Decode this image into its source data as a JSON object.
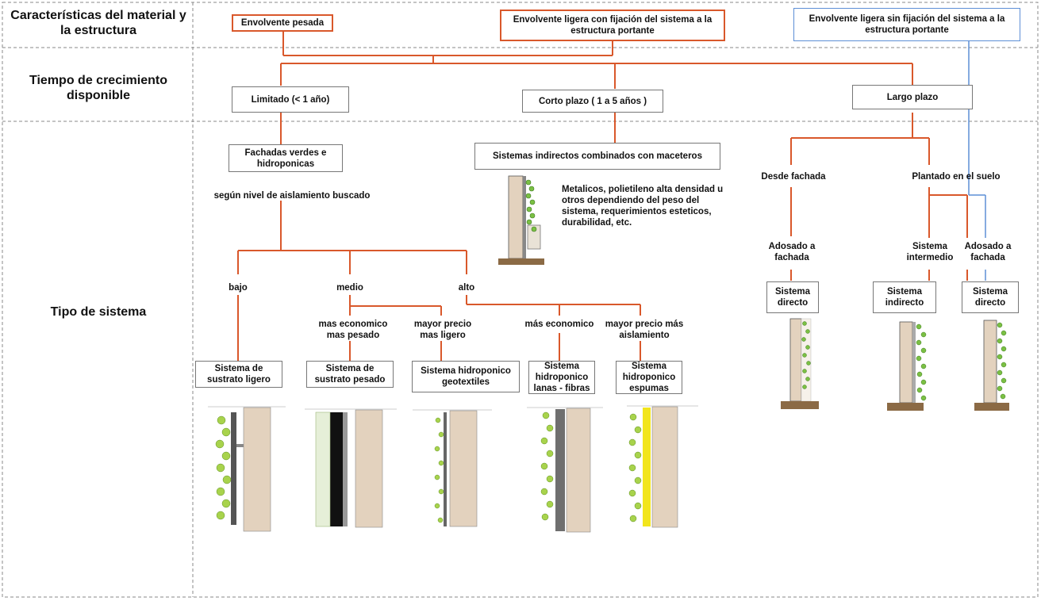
{
  "row_labels": {
    "material": "Características del material y la estructura",
    "tiempo": "Tiempo de crecimiento disponible",
    "tipo": "Tipo de sistema"
  },
  "envelopes": {
    "pesada": "Envolvente pesada",
    "ligera_con": "Envolvente ligera con fijación del sistema a la estructura portante",
    "ligera_sin": "Envolvente ligera sin fijación del sistema a la estructura portante"
  },
  "tiempos": {
    "limitado": "Limitado (< 1 año)",
    "corto": "Corto plazo ( 1 a 5 años )",
    "largo": "Largo plazo"
  },
  "left_branch": {
    "fachadas": "Fachadas verdes e hidroponicas",
    "segun": "según nivel de aislamiento buscado",
    "bajo": "bajo",
    "medio": "medio",
    "alto": "alto",
    "mas_economico_pesado": "mas economico mas pesado",
    "mayor_precio_ligero": "mayor precio mas ligero",
    "mas_economico": "más economico",
    "mayor_precio_aislamiento": "mayor precio más aislamiento",
    "sustrato_ligero": "Sistema de sustrato ligero",
    "sustrato_pesado": "Sistema de sustrato pesado",
    "hidro_geotextiles": "Sistema hidroponico geotextiles",
    "hidro_lanas": "Sistema hidroponico lanas - fibras",
    "hidro_espumas": "Sistema hidroponico espumas"
  },
  "middle_branch": {
    "indirectos": "Sistemas indirectos combinados con maceteros",
    "note": "Metalicos, polietileno alta densidad u otros dependiendo del peso del sistema, requerimientos esteticos, durabilidad, etc."
  },
  "right_branch": {
    "desde_fachada": "Desde fachada",
    "plantado": "Plantado en el suelo",
    "adosado1": "Adosado a fachada",
    "intermedio": "Sistema intermedio",
    "adosado2": "Adosado a fachada",
    "directo1": "Sistema directo",
    "indirecto": "Sistema indirecto",
    "directo2": "Sistema directo"
  },
  "colors": {
    "connector": "#d9582b",
    "blue_connector": "#5d8fd6",
    "wall": "#e3d2be",
    "ground": "#8b6a45",
    "plant": "#7bc043",
    "insulation": "#f2e51c"
  }
}
